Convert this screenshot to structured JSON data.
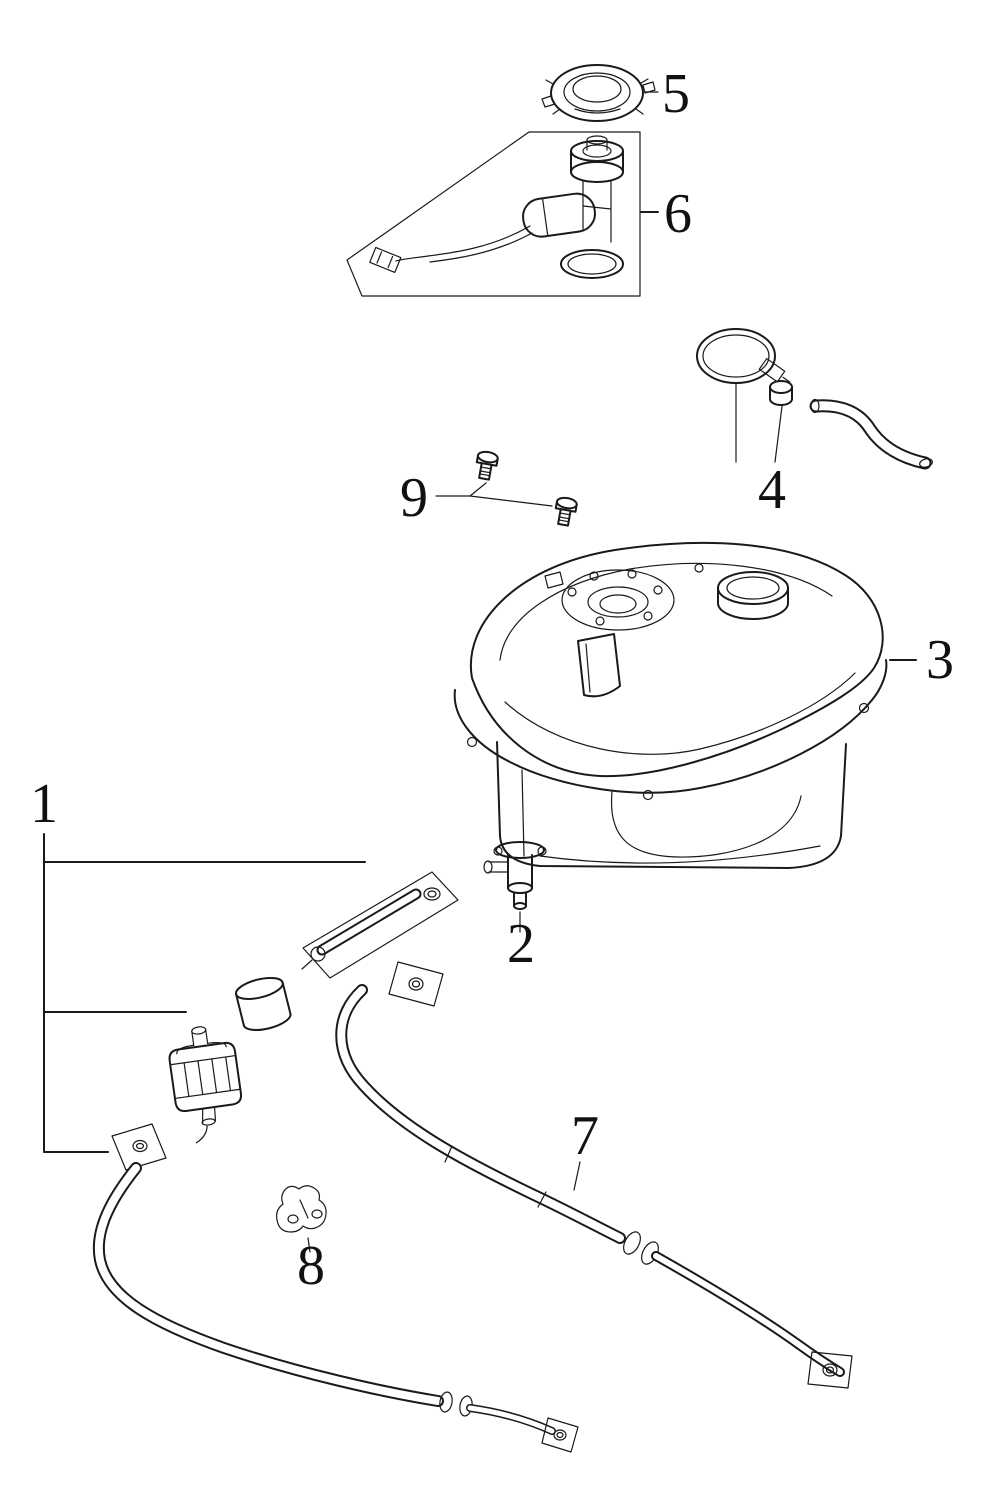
{
  "diagram": {
    "type": "exploded-parts-diagram",
    "subject": "fuel-tank-and-fuel-line-assembly",
    "colors": {
      "background": "#ffffff",
      "line": "#1a1a1a"
    },
    "callouts": [
      {
        "number": "1",
        "part": "fuel-filter-and-fuel-line-assembly"
      },
      {
        "number": "2",
        "part": "fuel-cock-valve"
      },
      {
        "number": "3",
        "part": "fuel-tank"
      },
      {
        "number": "4",
        "part": "clamp-and-overflow-hose"
      },
      {
        "number": "5",
        "part": "fuel-filler-cap"
      },
      {
        "number": "6",
        "part": "fuel-pump-sender-unit"
      },
      {
        "number": "7",
        "part": "fuel-hose"
      },
      {
        "number": "8",
        "part": "hose-clamp"
      },
      {
        "number": "9",
        "part": "bolt"
      }
    ]
  }
}
